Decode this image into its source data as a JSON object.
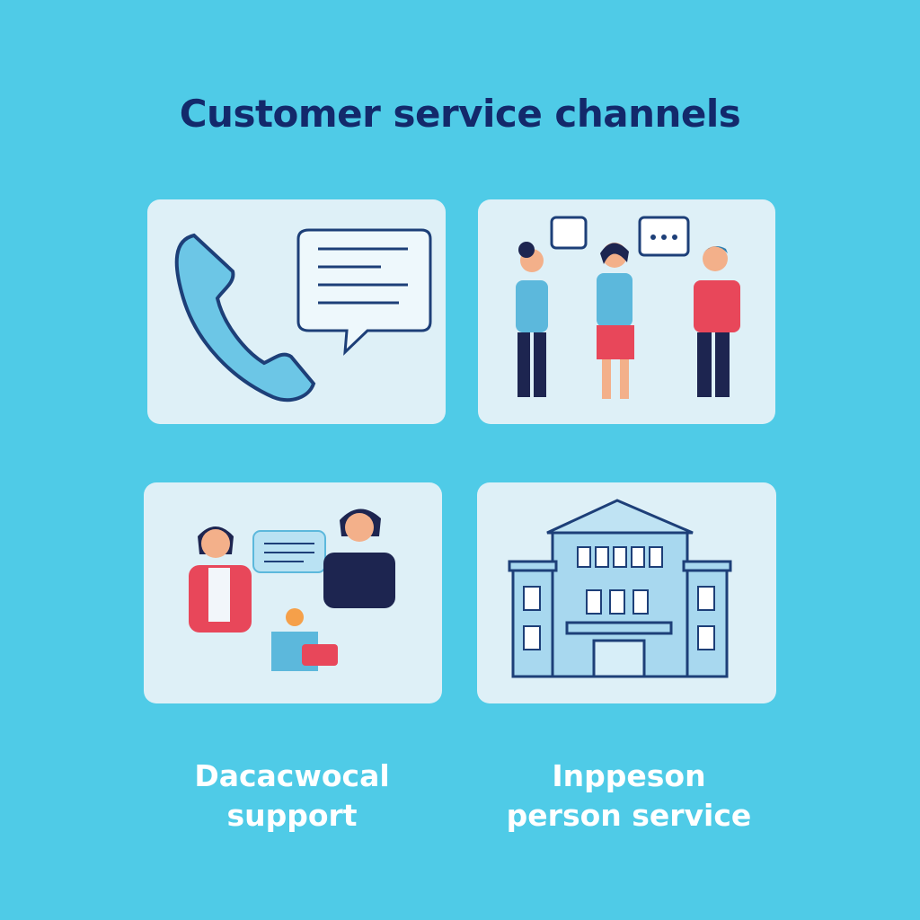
{
  "title": "Customer service channels",
  "captions": [
    {
      "line1": "Dacacwocal",
      "line2": "support"
    },
    {
      "line1": "Inppeson",
      "line2": "person service"
    }
  ],
  "colors": {
    "background": "#4fcbe7",
    "card": "#def0f7",
    "navy": "#13296b",
    "accent_red": "#e8475a"
  }
}
